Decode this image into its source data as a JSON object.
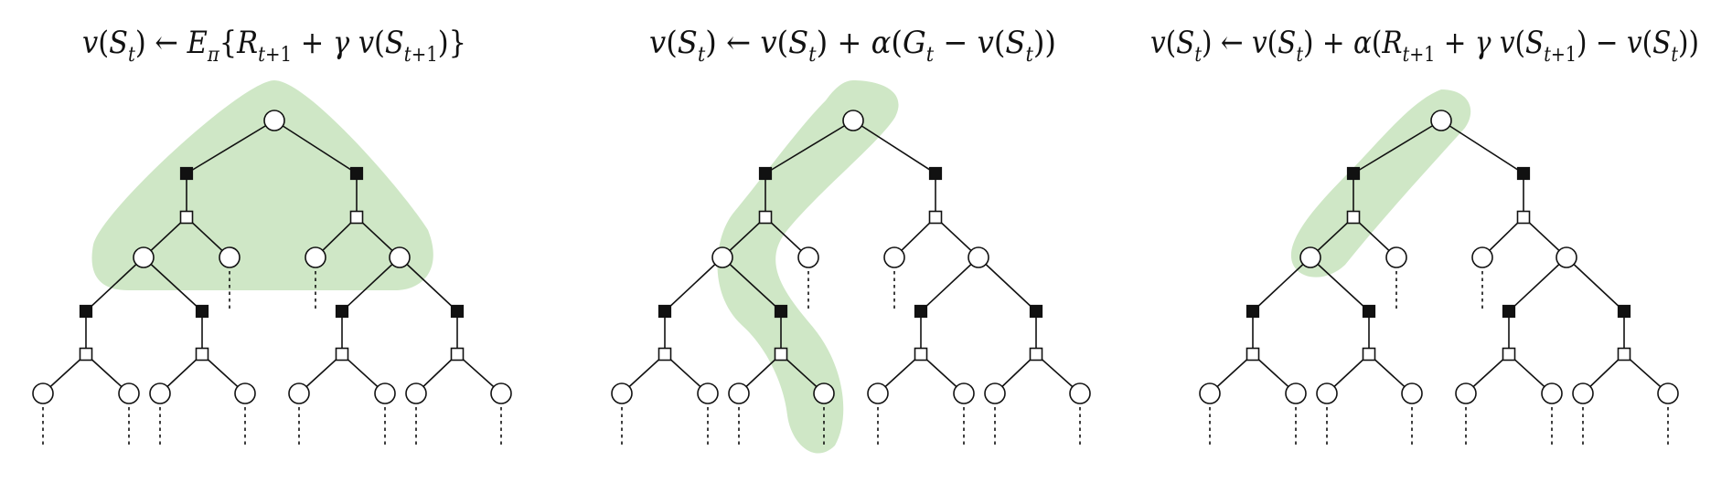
{
  "panels": [
    {
      "id": "dynamic-programming",
      "formula": [
        {
          "t": "v",
          "i": true
        },
        {
          "t": "("
        },
        {
          "t": "S",
          "i": true
        },
        {
          "t": "t",
          "i": true,
          "sub": true
        },
        {
          "t": ") ← "
        },
        {
          "t": "E",
          "i": true
        },
        {
          "t": "π",
          "i": true,
          "sub": true
        },
        {
          "t": "{"
        },
        {
          "t": "R",
          "i": true
        },
        {
          "t": "t",
          "i": true,
          "sub": true
        },
        {
          "t": "+1",
          "sub": true
        },
        {
          "t": " + "
        },
        {
          "t": "γ v",
          "i": true
        },
        {
          "t": "("
        },
        {
          "t": "S",
          "i": true
        },
        {
          "t": "t",
          "i": true,
          "sub": true
        },
        {
          "t": "+1",
          "sub": true
        },
        {
          "t": ")}"
        }
      ],
      "highlight": "full-width-one-step"
    },
    {
      "id": "monte-carlo",
      "formula": [
        {
          "t": "v",
          "i": true
        },
        {
          "t": "("
        },
        {
          "t": "S",
          "i": true
        },
        {
          "t": "t",
          "i": true,
          "sub": true
        },
        {
          "t": ") ← "
        },
        {
          "t": "v",
          "i": true
        },
        {
          "t": "("
        },
        {
          "t": "S",
          "i": true
        },
        {
          "t": "t",
          "i": true,
          "sub": true
        },
        {
          "t": ") + "
        },
        {
          "t": "α",
          "i": true
        },
        {
          "t": "("
        },
        {
          "t": "G",
          "i": true
        },
        {
          "t": "t",
          "i": true,
          "sub": true
        },
        {
          "t": " − "
        },
        {
          "t": "v",
          "i": true
        },
        {
          "t": "("
        },
        {
          "t": "S",
          "i": true
        },
        {
          "t": "t",
          "i": true,
          "sub": true
        },
        {
          "t": "))"
        }
      ],
      "highlight": "single-full-trajectory"
    },
    {
      "id": "temporal-difference",
      "formula": [
        {
          "t": "v",
          "i": true
        },
        {
          "t": "("
        },
        {
          "t": "S",
          "i": true
        },
        {
          "t": "t",
          "i": true,
          "sub": true
        },
        {
          "t": ") ← "
        },
        {
          "t": "v",
          "i": true
        },
        {
          "t": "("
        },
        {
          "t": "S",
          "i": true
        },
        {
          "t": "t",
          "i": true,
          "sub": true
        },
        {
          "t": ") + "
        },
        {
          "t": "α",
          "i": true
        },
        {
          "t": "("
        },
        {
          "t": "R",
          "i": true
        },
        {
          "t": "t",
          "i": true,
          "sub": true
        },
        {
          "t": "+1",
          "sub": true
        },
        {
          "t": " + "
        },
        {
          "t": "γ v",
          "i": true
        },
        {
          "t": "("
        },
        {
          "t": "S",
          "i": true
        },
        {
          "t": "t",
          "i": true,
          "sub": true
        },
        {
          "t": "+1",
          "sub": true
        },
        {
          "t": ") − "
        },
        {
          "t": "v",
          "i": true
        },
        {
          "t": "("
        },
        {
          "t": "S",
          "i": true
        },
        {
          "t": "t",
          "i": true,
          "sub": true
        },
        {
          "t": "))"
        }
      ],
      "highlight": "single-one-step"
    }
  ],
  "colors": {
    "highlight": "#cfe7c6",
    "line": "#111111",
    "filled_action": "#111111",
    "dark_action": "#1f3d18",
    "background": "#ffffff"
  },
  "node_legend": {
    "state": "open-circle",
    "action": "filled-square",
    "transition": "open-square",
    "continuation": "dotted-line"
  }
}
